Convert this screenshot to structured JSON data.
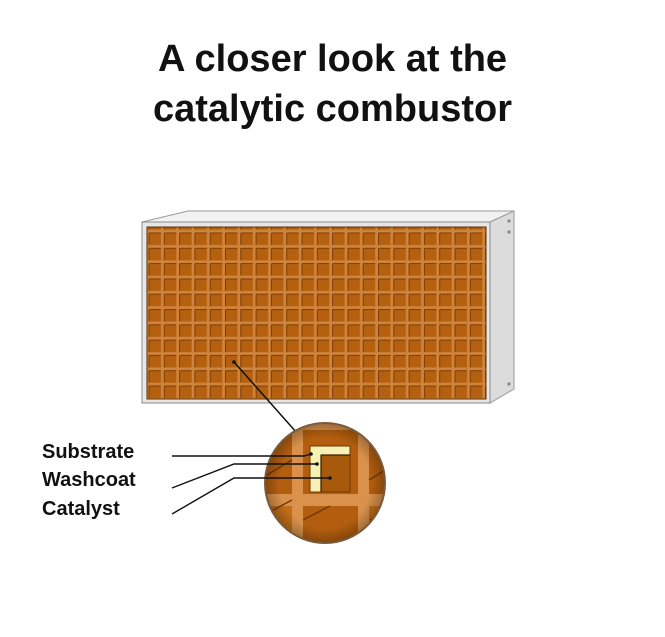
{
  "title": {
    "line1": "A closer look at the",
    "line2": "catalytic combustor"
  },
  "labels": {
    "substrate": "Substrate",
    "washcoat": "Washcoat",
    "catalyst": "Catalyst"
  },
  "colors": {
    "cell": "#c26a14",
    "cell_light": "#d38a3c",
    "cell_dark": "#8e4a0c",
    "frame": "#e6e6e6",
    "washcoat": "#f7f2b4"
  }
}
